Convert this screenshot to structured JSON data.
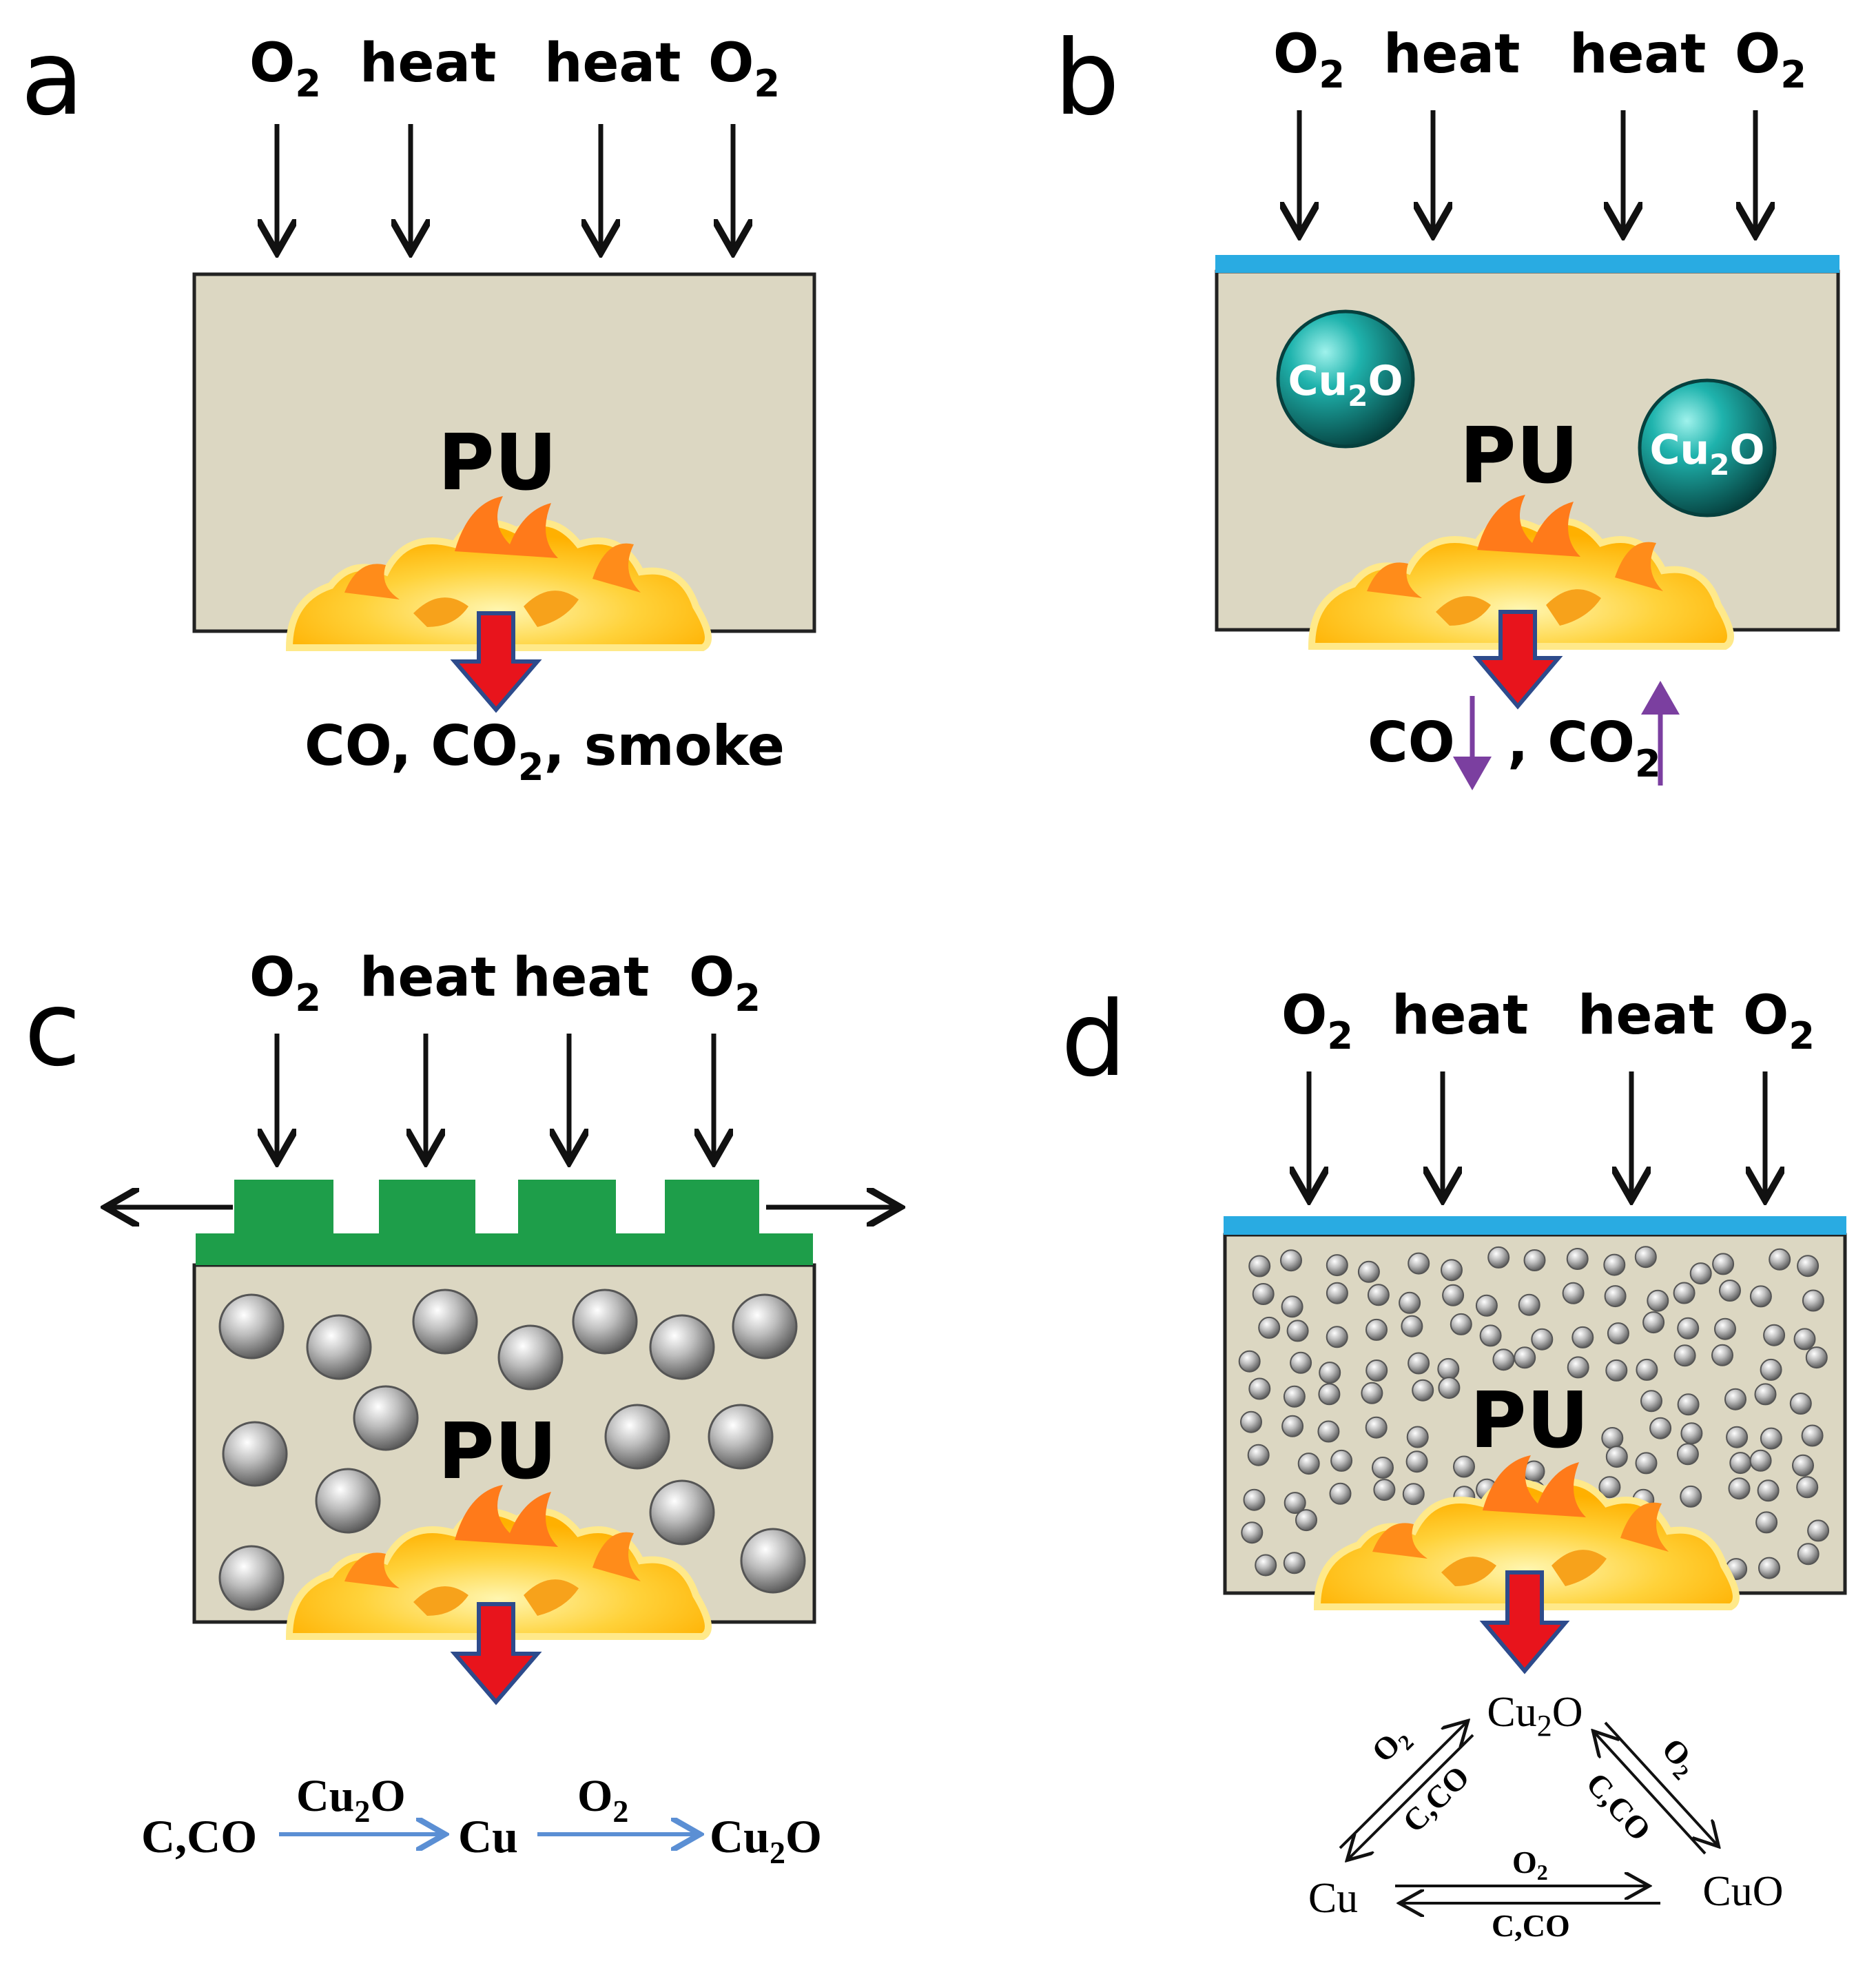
{
  "panels": {
    "a": {
      "letter": "a",
      "top_labels": [
        "O",
        "heat",
        "heat",
        "O"
      ],
      "top_subscripts": [
        "2",
        "",
        "",
        "2"
      ],
      "material": "PU",
      "products": {
        "t1": "CO, CO",
        "sub": "2",
        "t2": ", smoke"
      }
    },
    "b": {
      "letter": "b",
      "top_labels": [
        "O",
        "heat",
        "heat",
        "O"
      ],
      "top_subscripts": [
        "2",
        "",
        "",
        "2"
      ],
      "material": "PU",
      "particles": [
        {
          "text": "Cu",
          "sub": "2",
          "post": "O"
        },
        {
          "text": "Cu",
          "sub": "2",
          "post": "O"
        }
      ],
      "products": {
        "co": "CO",
        "co2": ", CO",
        "sub": "2"
      }
    },
    "c": {
      "letter": "c",
      "top_labels": [
        "O",
        "heat",
        "heat",
        "O"
      ],
      "top_subscripts": [
        "2",
        "",
        "",
        "2"
      ],
      "material": "PU",
      "scheme": {
        "start": "C,CO",
        "arrow1": {
          "text": "Cu",
          "sub": "2",
          "post": "O"
        },
        "middle": "Cu",
        "arrow2": {
          "text": "O",
          "sub": "2"
        },
        "end": {
          "text": "Cu",
          "sub": "2",
          "post": "O"
        }
      }
    },
    "d": {
      "letter": "d",
      "top_labels": [
        "O",
        "heat",
        "heat",
        "O"
      ],
      "top_subscripts": [
        "2",
        "",
        "",
        "2"
      ],
      "material": "PU",
      "cycle": {
        "top": {
          "text": "Cu",
          "sub": "2",
          "post": "O"
        },
        "left": "Cu",
        "right": "CuO",
        "oxidant": {
          "text": "O",
          "sub": "2"
        },
        "reductant": "C,CO"
      }
    }
  },
  "colors": {
    "matrix": "#dcd7c2",
    "border": "#222222",
    "blue_layer": "#29abe2",
    "green_char": "#1e9e4a",
    "red_arrow": "#e8141c",
    "purple_arrow": "#7b3fa0",
    "scheme_arrow": "#5b8fd4",
    "cu2o_sphere": "#0f8a88"
  }
}
